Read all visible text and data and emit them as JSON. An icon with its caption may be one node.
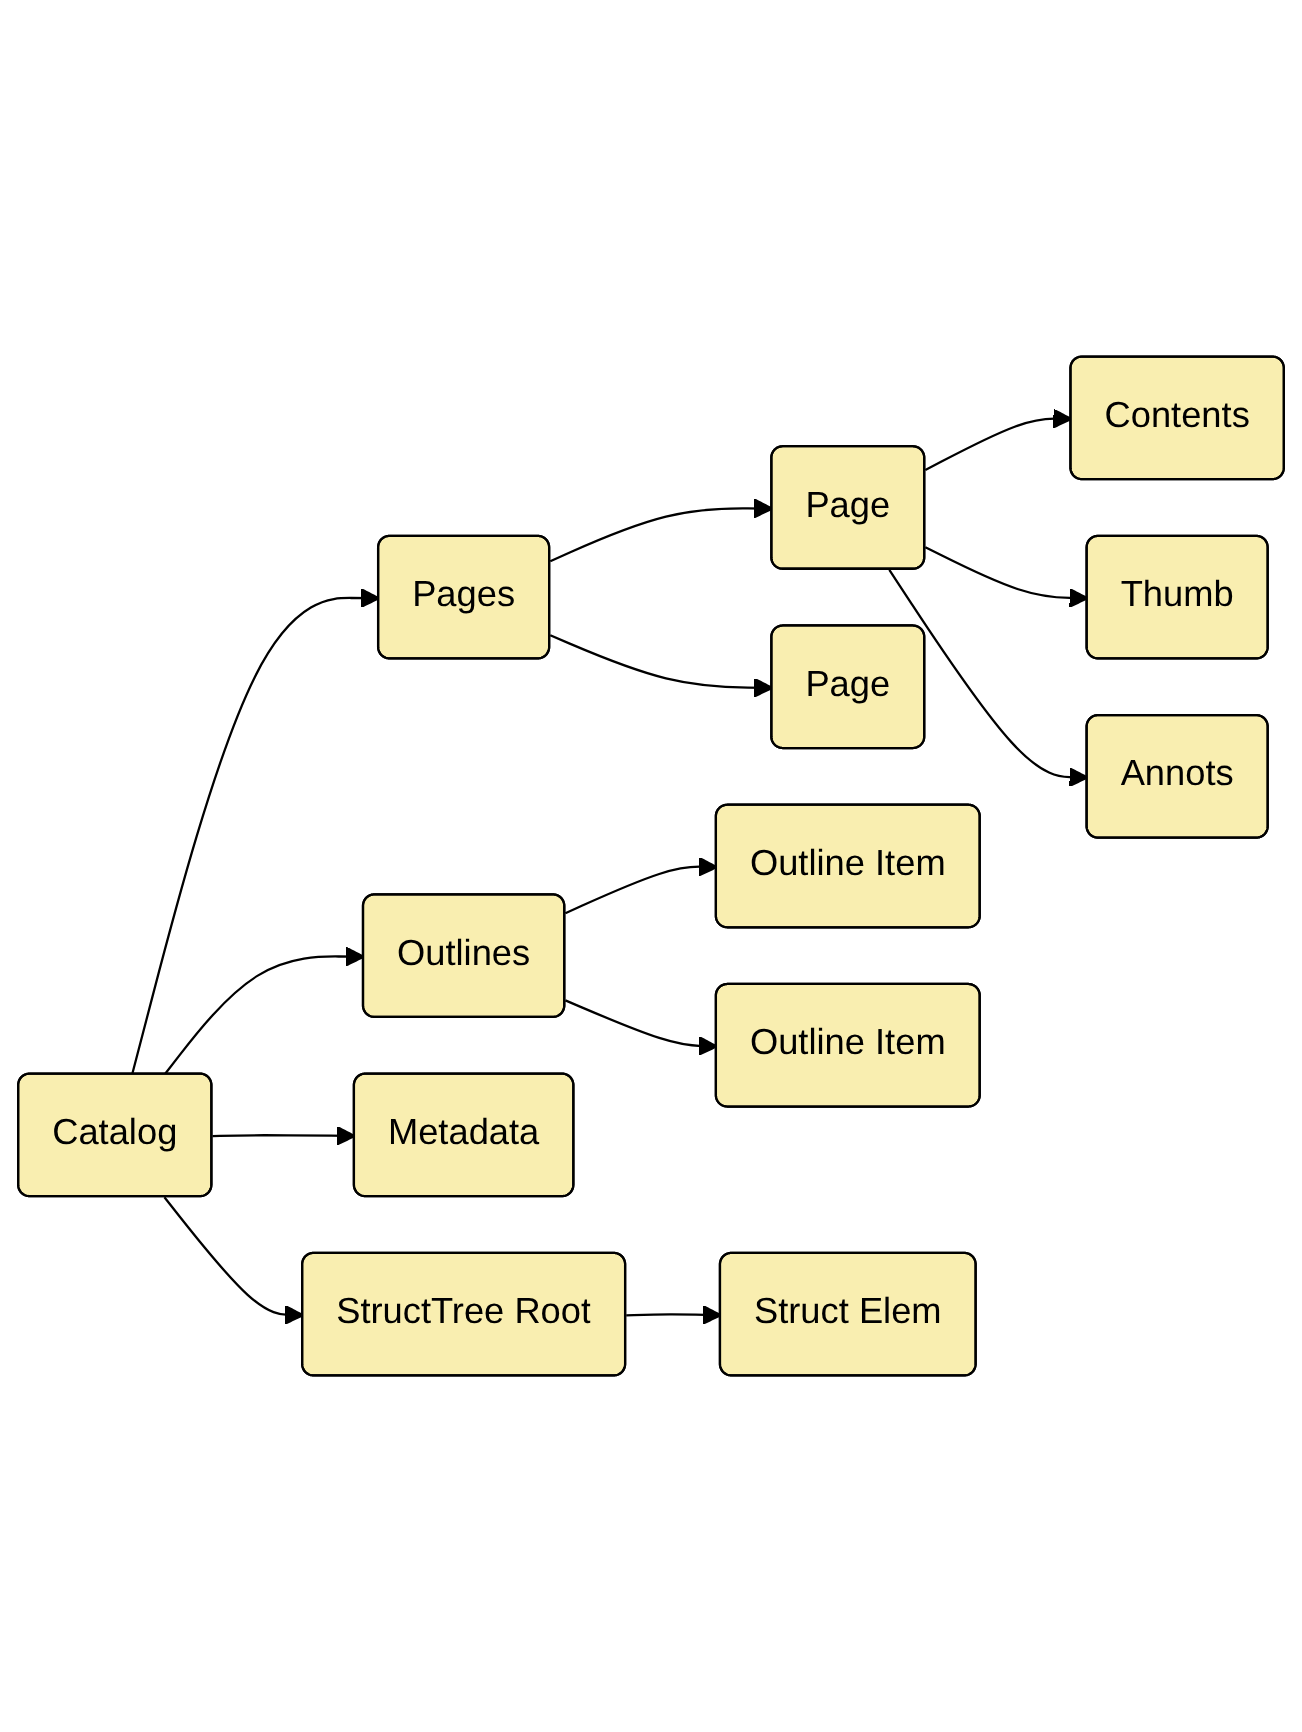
{
  "diagram": {
    "nodes": [
      {
        "text": [
          "Catalog"
        ]
      },
      {
        "text": [
          "Pages"
        ]
      },
      {
        "text": [
          "Page"
        ]
      },
      {
        "text": [
          "Contents"
        ]
      },
      {
        "text": [
          "Thumb"
        ]
      },
      {
        "text": [
          "Annots"
        ]
      },
      {
        "text": [
          "Page"
        ]
      },
      {
        "text": [
          "Outlines"
        ]
      },
      {
        "text": [
          "Outline Item"
        ]
      },
      {
        "text": [
          "Outline Item"
        ]
      },
      {
        "text": [
          "Metadata"
        ]
      },
      {
        "text": [
          "StructTree Root"
        ]
      },
      {
        "text": [
          "Struct Elem"
        ]
      }
    ],
    "edges": [
      {
        "from": 0,
        "to": 1,
        "arrow": "to"
      },
      {
        "from": 0,
        "to": 7,
        "arrow": "to"
      },
      {
        "from": 0,
        "to": 10,
        "arrow": "to"
      },
      {
        "from": 0,
        "to": 11,
        "arrow": "to"
      },
      {
        "from": 1,
        "to": 2,
        "arrow": "to"
      },
      {
        "from": 1,
        "to": 6,
        "arrow": "to"
      },
      {
        "from": 2,
        "to": 3,
        "arrow": "to"
      },
      {
        "from": 2,
        "to": 4,
        "arrow": "to"
      },
      {
        "from": 2,
        "to": 5,
        "arrow": "to"
      },
      {
        "from": 7,
        "to": 8,
        "arrow": "to"
      },
      {
        "from": 7,
        "to": 9,
        "arrow": "to"
      },
      {
        "from": 11,
        "to": 12,
        "arrow": "to"
      }
    ]
  }
}
